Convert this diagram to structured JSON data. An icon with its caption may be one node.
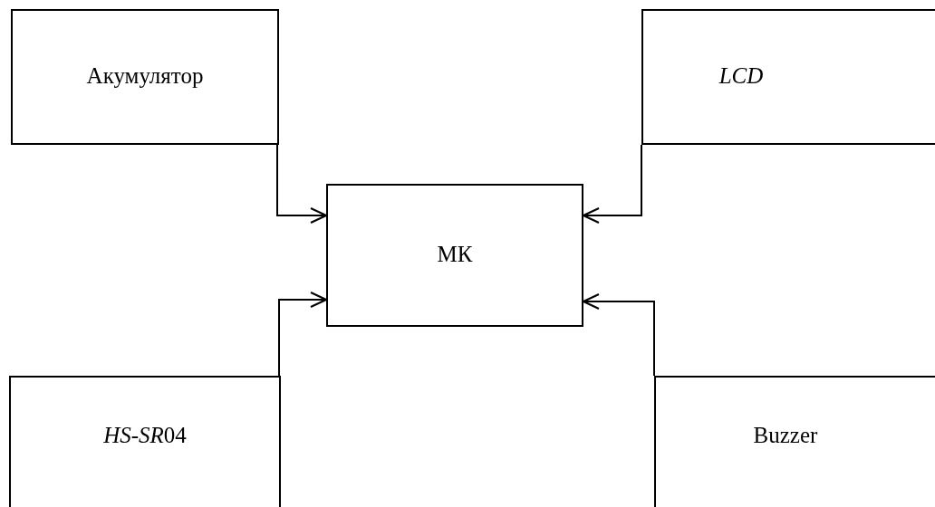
{
  "diagram": {
    "nodes": [
      {
        "text": [
          "Акумулятор"
        ]
      },
      {
        "text": [
          "LCD"
        ]
      },
      {
        "text": [
          "МК"
        ]
      },
      {
        "text": [
          "HS-SR04"
        ]
      },
      {
        "text": [
          "Buzzer"
        ]
      }
    ],
    "edges": [
      {
        "from": 0,
        "to": 2,
        "arrow": "to"
      },
      {
        "from": 1,
        "to": 2,
        "arrow": "to"
      },
      {
        "from": 3,
        "to": 2,
        "arrow": "to"
      },
      {
        "from": 4,
        "to": 2,
        "arrow": "to"
      }
    ]
  }
}
